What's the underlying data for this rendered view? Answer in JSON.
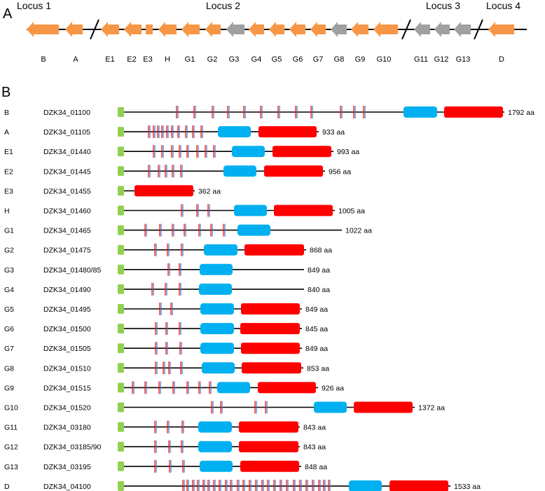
{
  "panel_a": {
    "letter": "A",
    "loci": [
      {
        "name": "Locus 1"
      },
      {
        "name": "Locus 2"
      },
      {
        "name": "Locus 3"
      },
      {
        "name": "Locus 4"
      }
    ],
    "genes": [
      {
        "label": "B",
        "color": "#f79646"
      },
      {
        "label": "A",
        "color": "#f79646"
      },
      {
        "label": "E1",
        "color": "#f79646"
      },
      {
        "label": "E2",
        "color": "#f79646"
      },
      {
        "label": "E3",
        "color": "#f79646"
      },
      {
        "label": "H",
        "color": "#f79646"
      },
      {
        "label": "G1",
        "color": "#f79646"
      },
      {
        "label": "G2",
        "color": "#f79646"
      },
      {
        "label": "G3",
        "color": "#a0a0a0"
      },
      {
        "label": "G4",
        "color": "#f79646"
      },
      {
        "label": "G5",
        "color": "#f79646"
      },
      {
        "label": "G6",
        "color": "#f79646"
      },
      {
        "label": "G7",
        "color": "#f79646"
      },
      {
        "label": "G8",
        "color": "#a0a0a0"
      },
      {
        "label": "G9",
        "color": "#f79646"
      },
      {
        "label": "G10",
        "color": "#f79646"
      },
      {
        "label": "G11",
        "color": "#a0a0a0"
      },
      {
        "label": "G12",
        "color": "#a0a0a0"
      },
      {
        "label": "G13",
        "color": "#a0a0a0"
      },
      {
        "label": "D",
        "color": "#f79646"
      }
    ]
  },
  "panel_b": {
    "letter": "B",
    "colors": {
      "signal": "#92d050",
      "blue_domain": "#00b0f0",
      "red_domain": "#ff0000",
      "repeat_red": "#ff0000",
      "repeat_blue": "#4472c4"
    },
    "proteins": [
      {
        "gene": "B",
        "locus_tag": "DZK34_01100",
        "length": "1792 aa"
      },
      {
        "gene": "A",
        "locus_tag": "DZK34_01105",
        "length": "933 aa"
      },
      {
        "gene": "E1",
        "locus_tag": "DZK34_01440",
        "length": "993 aa"
      },
      {
        "gene": "E2",
        "locus_tag": "DZK34_01445",
        "length": "956 aa"
      },
      {
        "gene": "E3",
        "locus_tag": "DZK34_01455",
        "length": "362 aa"
      },
      {
        "gene": "H",
        "locus_tag": "DZK34_01460",
        "length": "1005 aa"
      },
      {
        "gene": "G1",
        "locus_tag": "DZK34_01465",
        "length": "1022 aa"
      },
      {
        "gene": "G2",
        "locus_tag": "DZK34_01475",
        "length": "868 aa"
      },
      {
        "gene": "G3",
        "locus_tag": "DZK34_01480/85",
        "length": "849 aa"
      },
      {
        "gene": "G4",
        "locus_tag": "DZK34_01490",
        "length": "840 aa"
      },
      {
        "gene": "G5",
        "locus_tag": "DZK34_01495",
        "length": "849 aa"
      },
      {
        "gene": "G6",
        "locus_tag": "DZK34_01500",
        "length": "845 aa"
      },
      {
        "gene": "G7",
        "locus_tag": "DZK34_01505",
        "length": "849 aa"
      },
      {
        "gene": "G8",
        "locus_tag": "DZK34_01510",
        "length": "853 aa"
      },
      {
        "gene": "G9",
        "locus_tag": "DZK34_01515",
        "length": "926 aa"
      },
      {
        "gene": "G10",
        "locus_tag": "DZK34_01520",
        "length": "1372 aa"
      },
      {
        "gene": "G11",
        "locus_tag": "DZK34_03180",
        "length": "843 aa"
      },
      {
        "gene": "G12",
        "locus_tag": "DZK34_03185/90",
        "length": "843 aa"
      },
      {
        "gene": "G13",
        "locus_tag": "DZK34_03195",
        "length": "848 aa"
      },
      {
        "gene": "D",
        "locus_tag": "DZK34_04100",
        "length": "1533 aa"
      }
    ]
  }
}
